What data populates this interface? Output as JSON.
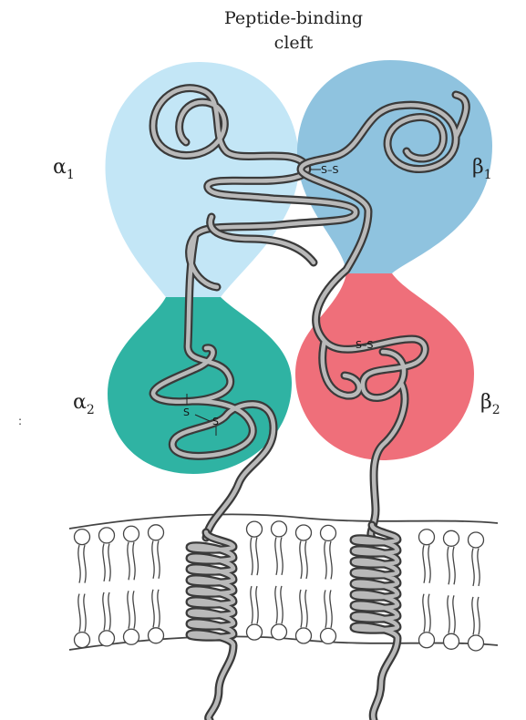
{
  "title": {
    "line1": "Peptide-binding",
    "line2": "cleft"
  },
  "domains": {
    "alpha1": {
      "symbol": "α",
      "subscript": "1",
      "color": "#c3e6f6"
    },
    "beta1": {
      "symbol": "β",
      "subscript": "1",
      "color": "#8fc3df"
    },
    "alpha2": {
      "symbol": "α",
      "subscript": "2",
      "color": "#2fb3a3"
    },
    "beta2": {
      "symbol": "β",
      "subscript": "2",
      "color": "#ef6f7a"
    }
  },
  "disulfide_label": "S–S",
  "disulfide_atom": "S",
  "stray_mark": ":"
}
